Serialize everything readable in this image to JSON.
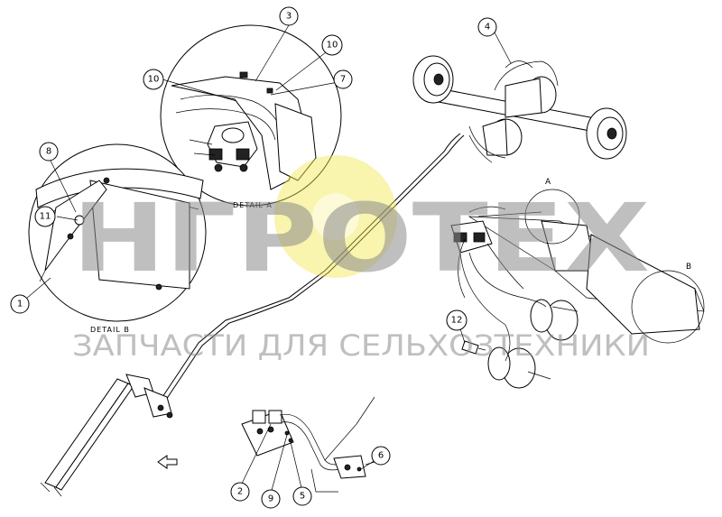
{
  "watermark": {
    "logo_text": "НГРОТЕХ",
    "tagline": "ЗАПЧАСТИ ДЛЯ СЕЛЬХОЗТЕХНИКИ",
    "gear_color": "#f2e64b",
    "text_color": "#8c8c8c"
  },
  "details": {
    "a_label": "DETAIL A",
    "b_label": "DETAIL B",
    "a_marker": "A",
    "b_marker": "B"
  },
  "callouts": [
    {
      "id": "c1",
      "label": "1"
    },
    {
      "id": "c2",
      "label": "2"
    },
    {
      "id": "c3",
      "label": "3"
    },
    {
      "id": "c4",
      "label": "4"
    },
    {
      "id": "c5",
      "label": "5"
    },
    {
      "id": "c6",
      "label": "6"
    },
    {
      "id": "c7",
      "label": "7"
    },
    {
      "id": "c8",
      "label": "8"
    },
    {
      "id": "c9",
      "label": "9"
    },
    {
      "id": "c10a",
      "label": "10"
    },
    {
      "id": "c10b",
      "label": "10"
    },
    {
      "id": "c11",
      "label": "11"
    },
    {
      "id": "c12",
      "label": "12"
    }
  ]
}
